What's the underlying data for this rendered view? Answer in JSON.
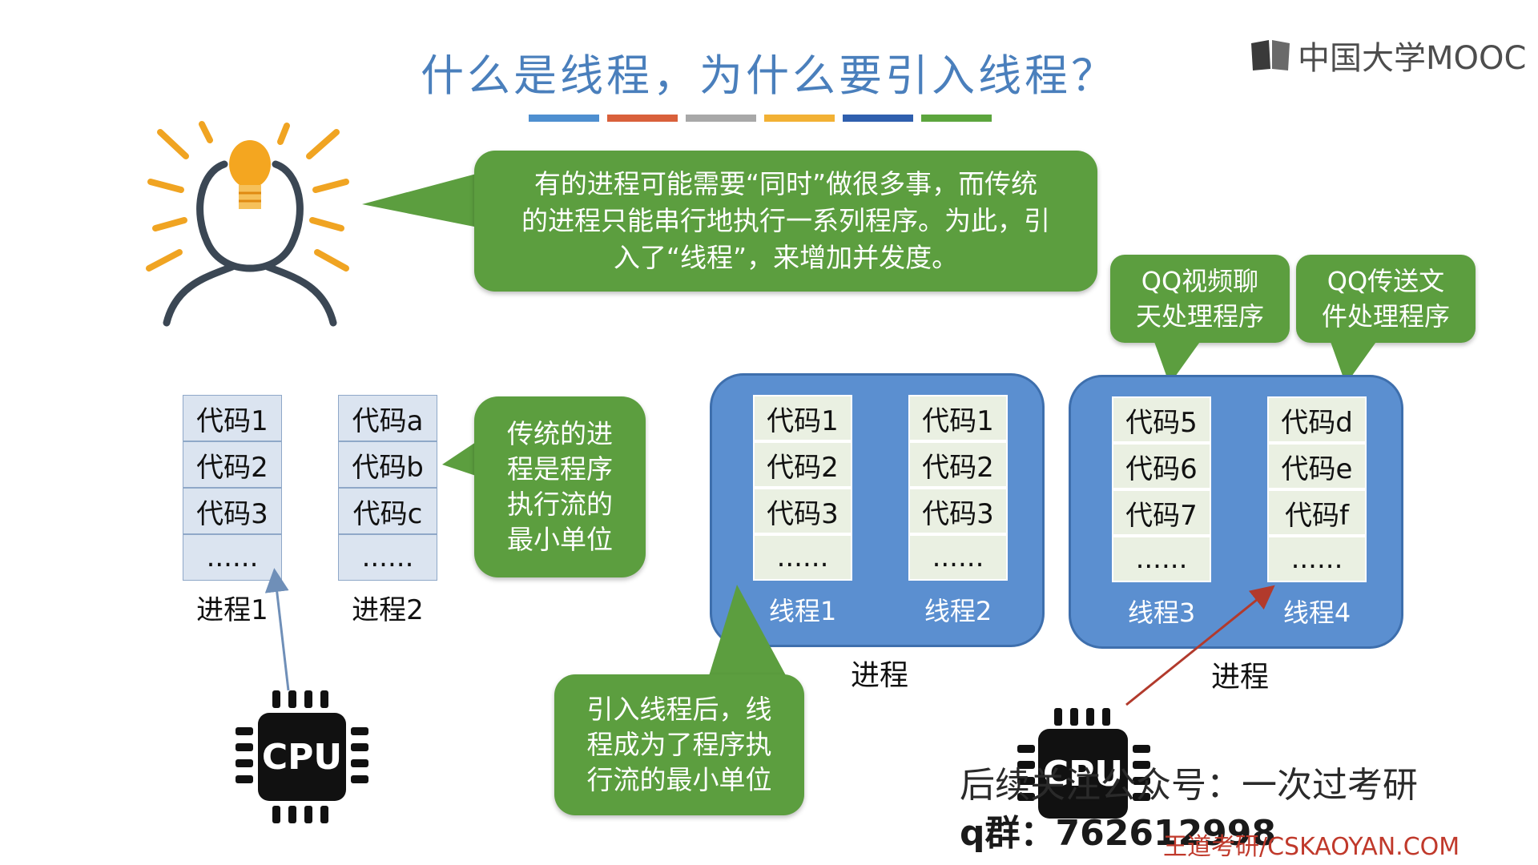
{
  "title": "什么是线程，为什么要引入线程？",
  "logo_text": "中国大学MOOC",
  "stripe_colors": [
    "#4e8fd0",
    "#d9603b",
    "#a8a8a8",
    "#f2b134",
    "#2f5fae",
    "#5ca53d"
  ],
  "callouts": {
    "main": [
      "有的进程可能需要“同时”做很多事，而传统",
      "的进程只能串行地执行一系列程序。为此，引",
      "入了“线程”，来增加并发度。"
    ],
    "traditional": [
      "传统的进",
      "程是程序",
      "执行流的",
      "最小单位"
    ],
    "after_threads": [
      "引入线程后，线",
      "程成为了程序执",
      "行流的最小单位"
    ],
    "qq_video": [
      "QQ视频聊",
      "天处理程序"
    ],
    "qq_file": [
      "QQ传送文",
      "件处理程序"
    ]
  },
  "plain_processes": [
    {
      "label": "进程1",
      "cells": [
        "代码1",
        "代码2",
        "代码3",
        "......"
      ]
    },
    {
      "label": "进程2",
      "cells": [
        "代码a",
        "代码b",
        "代码c",
        "......"
      ]
    }
  ],
  "thread_processes": [
    {
      "label": "进程",
      "threads": [
        {
          "label": "线程1",
          "cells": [
            "代码1",
            "代码2",
            "代码3",
            "......"
          ]
        },
        {
          "label": "线程2",
          "cells": [
            "代码1",
            "代码2",
            "代码3",
            "......"
          ]
        }
      ]
    },
    {
      "label": "进程",
      "threads": [
        {
          "label": "线程3",
          "cells": [
            "代码5",
            "代码6",
            "代码7",
            "......"
          ]
        },
        {
          "label": "线程4",
          "cells": [
            "代码d",
            "代码e",
            "代码f",
            "......"
          ]
        }
      ]
    }
  ],
  "cpu_label": "CPU",
  "footer": {
    "line1": "后续关注公众号：一次过考研",
    "line2": "q群：762612998",
    "watermark": "王道考研/CSKAOYAN.COM"
  },
  "colors": {
    "callout_green": "#5c9e3f",
    "process_blue": "#5b8fd0",
    "title_blue": "#4a7fbc",
    "watermark_red": "#c0392b"
  }
}
